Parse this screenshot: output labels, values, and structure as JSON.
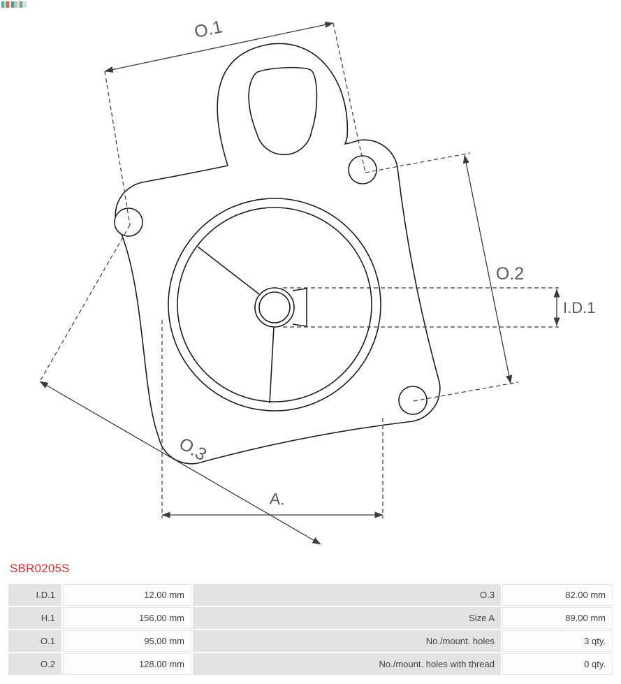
{
  "part_code": "SBR0205S",
  "colors": {
    "part_code_red": "#e0312e",
    "drawing_line": "#1d1d1d",
    "dimension_line": "#3c3c3c",
    "dim_label_gray": "#5a5a5a",
    "table_key_bg": "#e3e3e3",
    "table_val_bg": "#fcfcfc"
  },
  "drawing": {
    "dim_labels": {
      "o1": "O.1",
      "o2": "O.2",
      "o3": "O.3",
      "id1": "I.D.1",
      "a": "A."
    }
  },
  "table": {
    "rows": [
      {
        "k1": "I.D.1",
        "v1": "12.00 mm",
        "k2": "O.3",
        "v2": "82.00 mm"
      },
      {
        "k1": "H.1",
        "v1": "156.00 mm",
        "k2": "Size A",
        "v2": "89.00 mm"
      },
      {
        "k1": "O.1",
        "v1": "95.00 mm",
        "k2": "No./mount. holes",
        "v2": "3 qty."
      },
      {
        "k1": "O.2",
        "v1": "128.00 mm",
        "k2": "No./mount. holes with thread",
        "v2": "0 qty."
      }
    ]
  }
}
